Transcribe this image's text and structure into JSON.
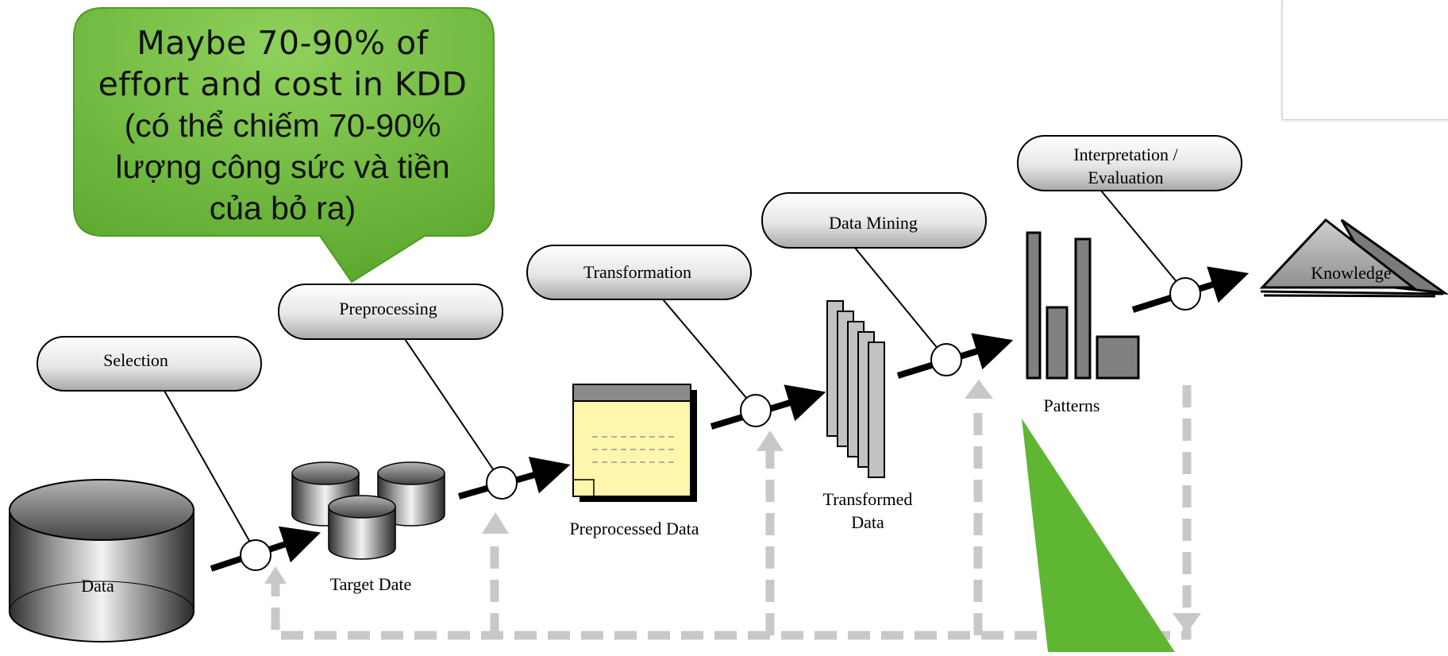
{
  "callout": {
    "line1": "Maybe 70-90% of",
    "line2": "effort and cost in KDD",
    "line3": "(có thể chiếm 70-90%",
    "line4": "lượng công sức và tiền",
    "line5": "của bỏ ra)"
  },
  "steps": {
    "selection": "Selection",
    "preprocessing": "Preprocessing",
    "transformation": "Transformation",
    "data_mining": "Data Mining",
    "interpretation_line1": "Interpretation /",
    "interpretation_line2": "Evaluation"
  },
  "artifacts": {
    "data": "Data",
    "target": "Target Date",
    "preprocessed": "Preprocessed Data",
    "transformed_line1": "Transformed",
    "transformed_line2": "Data",
    "patterns": "Patterns",
    "knowledge": "Knowledge"
  },
  "colors": {
    "callout_green": "#6ab83a",
    "triangle_green": "#5fb632",
    "note_yellow": "#fff6ad",
    "dashed_gray": "#c8c8c8"
  }
}
